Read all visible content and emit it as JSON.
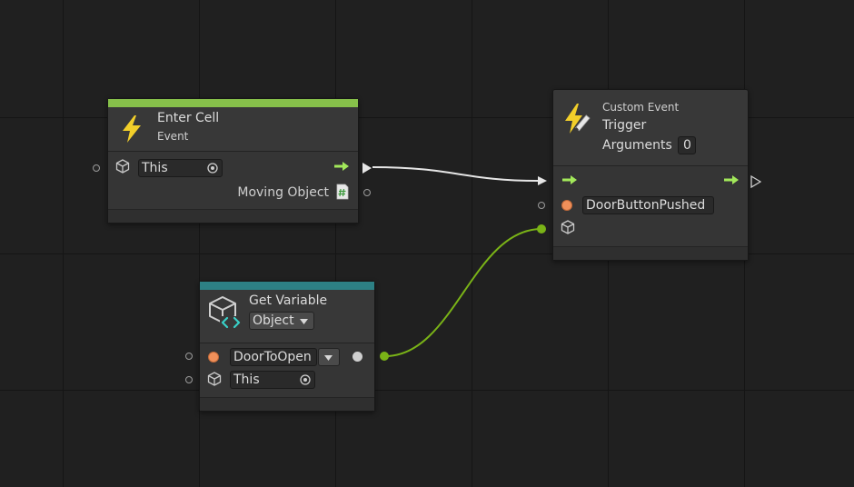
{
  "nodes": {
    "enter_cell": {
      "title": "Enter Cell",
      "subtitle": "Event",
      "target_value": "This",
      "output_label": "Moving Object"
    },
    "custom_event": {
      "subtitle": "Custom Event",
      "title": "Trigger",
      "arguments_label": "Arguments",
      "arguments_value": "0",
      "event_name": "DoorButtonPushed"
    },
    "get_variable": {
      "title": "Get Variable",
      "kind_value": "Object",
      "variable_name": "DoorToOpen",
      "target_value": "This"
    }
  },
  "colors": {
    "background": "#202020",
    "event_accent": "#86c04a",
    "variable_accent": "#2d8084",
    "control_flow": "#a2e85a",
    "value_wire": "#7ab317",
    "control_wire": "#e6e6e6",
    "lightning": "#f2cf2a",
    "variable_dot": "#f0905a"
  },
  "icons": {
    "event": "lightning-icon",
    "custom_event": "lightning-pencil-icon",
    "variable": "cube-code-icon",
    "gameobject": "cube-icon",
    "target_picker": "target-picker-icon",
    "script": "script-icon",
    "control_flow": "arrow-right-icon",
    "dropdown": "caret-down-icon"
  }
}
